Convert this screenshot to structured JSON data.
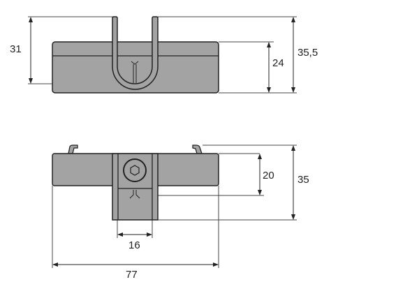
{
  "top_view": {
    "dimensions": {
      "height_total": "31",
      "body_height": "24",
      "overall_height": "35,5"
    }
  },
  "bottom_view": {
    "dimensions": {
      "slot_height": "20",
      "overall_height": "35",
      "block_width": "16",
      "overall_width": "77"
    }
  },
  "colors": {
    "part_fill": "#a3a3a3",
    "outline": "#222222",
    "dimension_line": "#333333"
  }
}
